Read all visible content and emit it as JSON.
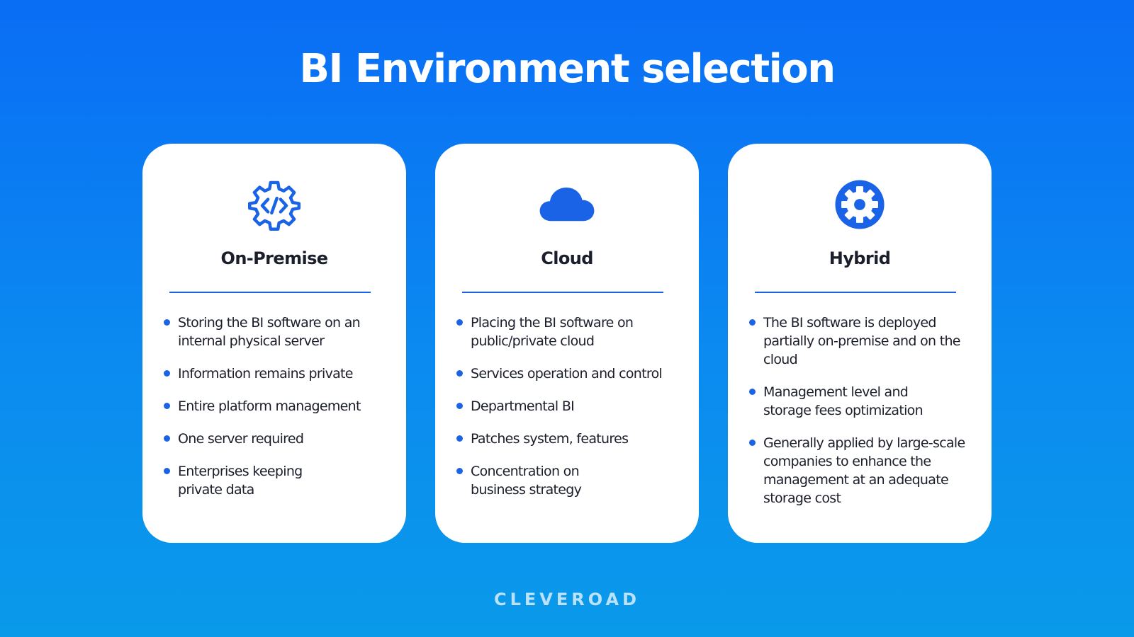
{
  "title": "BI Environment selection",
  "brand": "CLEVEROAD",
  "colors": {
    "accent": "#1a63e6",
    "background_top": "#0a6df5",
    "background_bottom": "#0a9aea",
    "card": "#ffffff",
    "text": "#1b1e2b"
  },
  "cards": [
    {
      "icon": "code-gear-icon",
      "title": "On-Premise",
      "bullets": [
        "Storing the BI software on an internal physical server",
        "Information remains private",
        "Entire platform management",
        "One server required",
        "Enterprises keeping private data"
      ]
    },
    {
      "icon": "cloud-icon",
      "title": "Cloud",
      "bullets": [
        "Placing the BI software on public/private cloud",
        "Services operation and control",
        "Departmental BI",
        "Patches system, features",
        "Concentration on business strategy"
      ]
    },
    {
      "icon": "gear-icon",
      "title": "Hybrid",
      "bullets": [
        "The BI software is deployed partially on-premise and on the cloud",
        "Management level and storage fees optimization",
        "Generally applied by large-scale companies to enhance the management at an adequate storage cost"
      ]
    }
  ]
}
